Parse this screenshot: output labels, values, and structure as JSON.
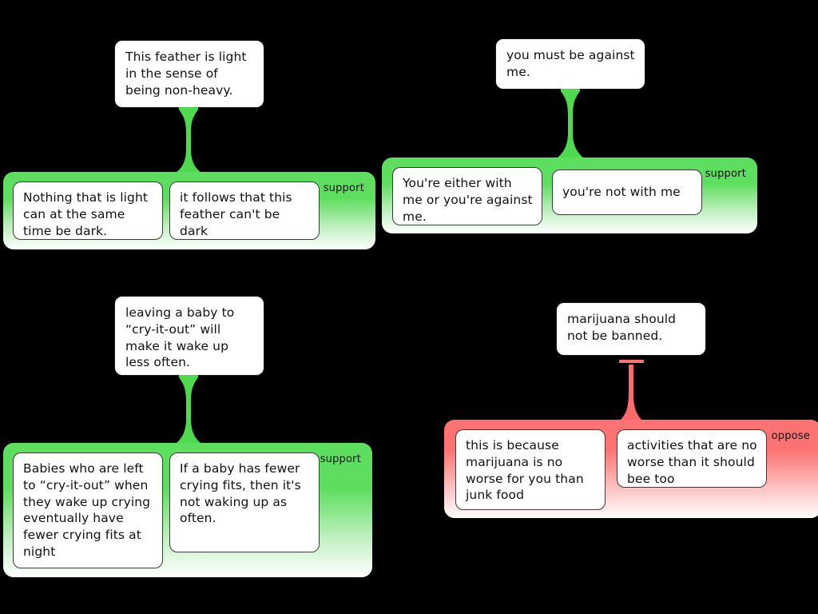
{
  "page": {
    "background_color": "#000000",
    "title": "Argument map clusters"
  },
  "colors": {
    "support": "#5ede5e",
    "oppose": "#fd7272",
    "box_fill": "#ffffff",
    "box_border": "#1a1a1a",
    "text": "#111111"
  },
  "clusters": [
    {
      "id": "feather",
      "relation": "support",
      "relation_label": "support",
      "claim": "This feather is light in the sense of being non-heavy.",
      "premises": [
        "Nothing that is light can at the same time be dark.",
        "it follows that this feather can't be dark"
      ]
    },
    {
      "id": "with-me",
      "relation": "support",
      "relation_label": "support",
      "claim": "you must be against me.",
      "premises": [
        "You're either with me or you're against me.",
        "you're not with me"
      ]
    },
    {
      "id": "cry-it-out",
      "relation": "support",
      "relation_label": "support",
      "claim": "leaving a baby to “cry-it-out” will make it wake up less often.",
      "premises": [
        "Babies who are left to “cry-it-out” when they wake up crying eventually have fewer crying fits at night",
        "If a baby has fewer crying fits, then it's not waking up as often."
      ]
    },
    {
      "id": "marijuana",
      "relation": "oppose",
      "relation_label": "oppose",
      "claim": "marijuana should not be banned.",
      "premises": [
        "this is because marijuana is no worse for you than junk food",
        "activities that are no worse than it should bee too"
      ]
    }
  ]
}
